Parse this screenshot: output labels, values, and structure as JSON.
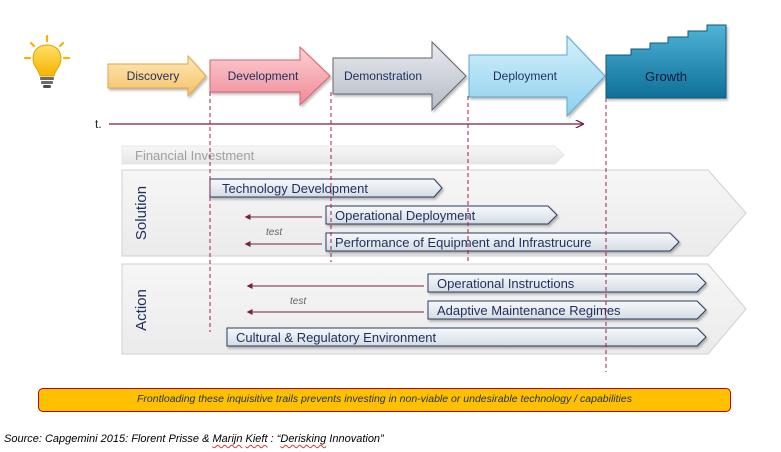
{
  "phases": [
    "Discovery",
    "Development",
    "Demonstration",
    "Deployment",
    "Growth"
  ],
  "time_label": "t.",
  "financial_investment": "Financial Investment",
  "solution": {
    "label": "Solution",
    "items": [
      "Technology Development",
      "Operational Deployment",
      "Performance of Equipment and Infrastrucure"
    ],
    "test_label": "test"
  },
  "action": {
    "label": "Action",
    "items": [
      "Operational Instructions",
      "Adaptive Maintenance Regimes",
      "Cultural & Regulatory Environment"
    ],
    "test_label": "test"
  },
  "banner": "Frontloading these inquisitive trails prevents investing in non-viable or undesirable technology / capabilities",
  "source": {
    "prefix": "Source: Capgemini 2015: Florent Prisse & ",
    "underlined1": "Marijn",
    "middle": " ",
    "underlined2": "Kieft",
    "separator": " : “",
    "underlined3": "Derisking",
    "suffix": " Innovation”"
  },
  "colors": {
    "discovery": "#fcd78a",
    "development": "#f7a4ad",
    "demonstration": "#c9ced6",
    "deployment": "#a9dcf3",
    "growth": "#1f86ae",
    "text_navy": "#1f2f5c",
    "dashed": "#9b2344",
    "banner_fill": "#ffc000",
    "banner_border": "#c00000"
  },
  "icons": [
    "lightbulb-icon"
  ]
}
